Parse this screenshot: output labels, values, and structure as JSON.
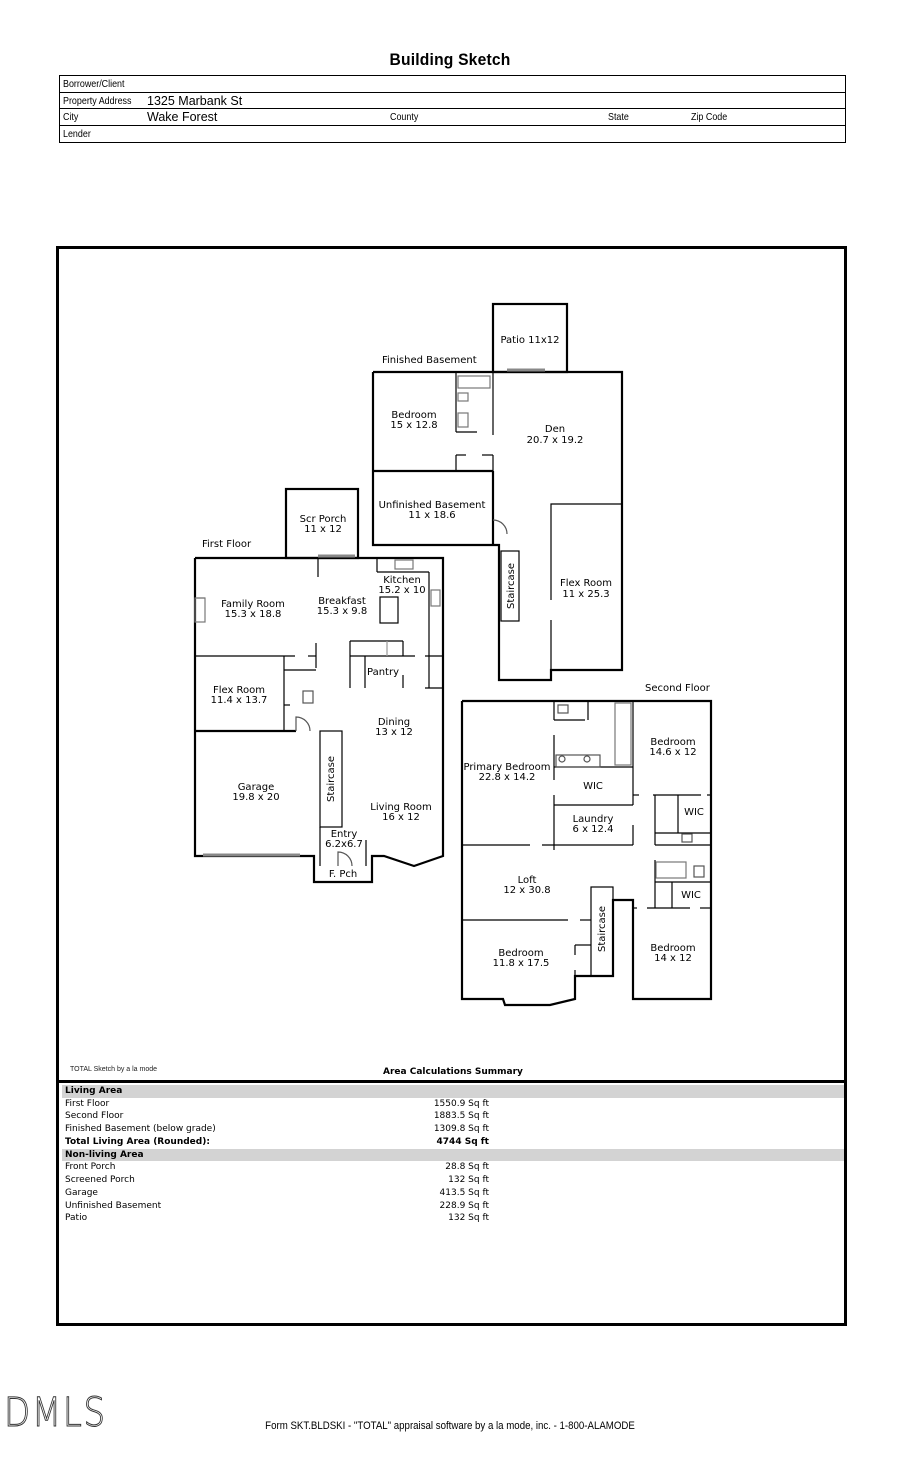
{
  "header": {
    "title": "Building Sketch",
    "fields": {
      "borrower_label": "Borrower/Client",
      "borrower_value": "",
      "address_label": "Property Address",
      "address_value": "1325 Marbank St",
      "city_label": "City",
      "city_value": "Wake Forest",
      "county_label": "County",
      "state_label": "State",
      "zip_label": "Zip Code",
      "lender_label": "Lender"
    }
  },
  "sketch": {
    "floor_labels": {
      "finished_basement": "Finished Basement",
      "first_floor": "First Floor",
      "second_floor": "Second Floor"
    },
    "rooms": {
      "patio": {
        "name": "Patio 11x12"
      },
      "basement_bedroom": {
        "name": "Bedroom",
        "dims": "15 x 12.8"
      },
      "den": {
        "name": "Den",
        "dims": "20.7 x 19.2"
      },
      "unfinished_basement": {
        "name": "Unfinished Basement",
        "dims": "11 x 18.6"
      },
      "basement_flex": {
        "name": "Flex Room",
        "dims": "11 x 25.3"
      },
      "basement_staircase": {
        "name": "Staircase"
      },
      "scr_porch": {
        "name": "Scr Porch",
        "dims": "11 x 12"
      },
      "kitchen": {
        "name": "Kitchen",
        "dims": "15.2 x 10"
      },
      "breakfast": {
        "name": "Breakfast",
        "dims": "15.3 x 9.8"
      },
      "family_room": {
        "name": "Family Room",
        "dims": "15.3 x 18.8"
      },
      "pantry": {
        "name": "Pantry"
      },
      "flex_room": {
        "name": "Flex Room",
        "dims": "11.4 x 13.7"
      },
      "dining": {
        "name": "Dining",
        "dims": "13 x 12"
      },
      "garage": {
        "name": "Garage",
        "dims": "19.8 x 20"
      },
      "first_staircase": {
        "name": "Staircase"
      },
      "living_room": {
        "name": "Living Room",
        "dims": "16 x 12"
      },
      "entry": {
        "name": "Entry",
        "dims": "6.2x6.7"
      },
      "front_porch": {
        "name": "F. Pch"
      },
      "primary_bedroom": {
        "name": "Primary Bedroom",
        "dims": "22.8 x 14.2"
      },
      "bedroom_2": {
        "name": "Bedroom",
        "dims": "14.6 x 12"
      },
      "wic_primary": {
        "name": "WIC"
      },
      "wic_2": {
        "name": "WIC"
      },
      "laundry": {
        "name": "Laundry",
        "dims": "6 x 12.4"
      },
      "loft": {
        "name": "Loft",
        "dims": "12 x 30.8"
      },
      "wic_3": {
        "name": "WIC"
      },
      "bedroom_3": {
        "name": "Bedroom",
        "dims": "11.8 x 17.5"
      },
      "second_staircase": {
        "name": "Staircase"
      },
      "bedroom_4": {
        "name": "Bedroom",
        "dims": "14 x 12"
      }
    },
    "credit": "TOTAL Sketch by a la mode"
  },
  "summary": {
    "title": "Area Calculations Summary",
    "living_area": {
      "heading": "Living Area",
      "rows": [
        {
          "label": "First Floor",
          "value": "1550.9 Sq ft"
        },
        {
          "label": "Second Floor",
          "value": "1883.5 Sq ft"
        },
        {
          "label": "Finished Basement (below grade)",
          "value": "1309.8 Sq ft"
        }
      ],
      "total": {
        "label": "Total Living Area (Rounded):",
        "value": "4744 Sq ft"
      }
    },
    "non_living_area": {
      "heading": "Non-living Area",
      "rows": [
        {
          "label": "Front Porch",
          "value": "28.8 Sq ft"
        },
        {
          "label": "Screened Porch",
          "value": "132 Sq ft"
        },
        {
          "label": "Garage",
          "value": "413.5 Sq ft"
        },
        {
          "label": "Unfinished Basement",
          "value": "228.9 Sq ft"
        },
        {
          "label": "Patio",
          "value": "132 Sq ft"
        }
      ]
    }
  },
  "footer": {
    "watermark": "DMLS",
    "text": "Form SKT.BLDSKI - \"TOTAL\" appraisal software by a la mode, inc. - 1-800-ALAMODE"
  }
}
